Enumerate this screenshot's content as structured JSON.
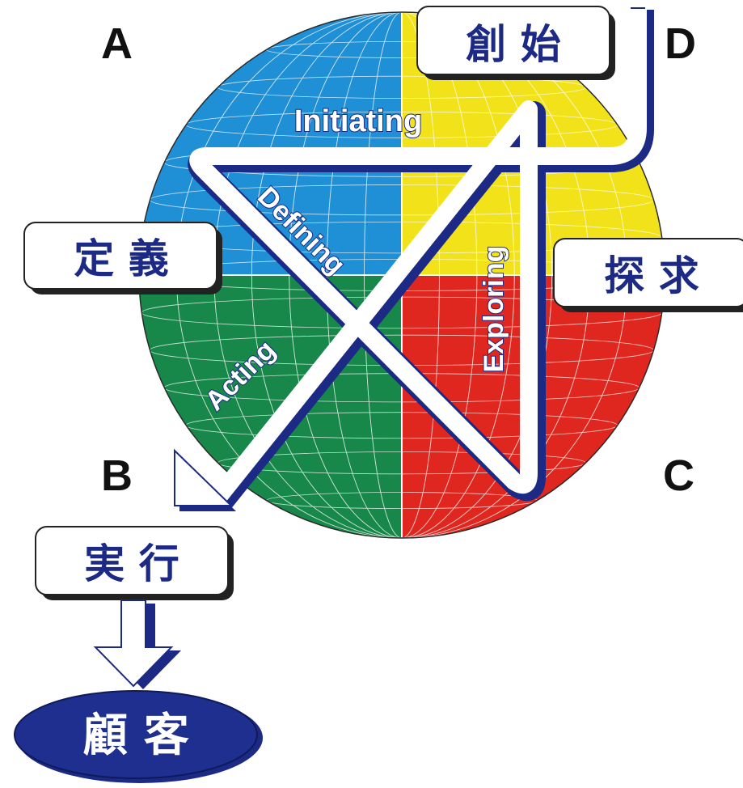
{
  "corners": {
    "a": "A",
    "b": "B",
    "c": "C",
    "d": "D"
  },
  "boxes": {
    "initiating_jp": "創 始",
    "defining_jp": "定 義",
    "exploring_jp": "探 求",
    "acting_jp": "実 行",
    "customer_jp": "顧 客"
  },
  "path_labels": {
    "initiating": "Initiating",
    "defining": "Defining",
    "exploring": "Exploring",
    "acting": "Acting"
  },
  "colors": {
    "quadrant_a": "#1f8fd6",
    "quadrant_d": "#f2e21a",
    "quadrant_b": "#17884a",
    "quadrant_c": "#e0271f",
    "navy": "#1c2a86",
    "grid": "#ffffff"
  }
}
